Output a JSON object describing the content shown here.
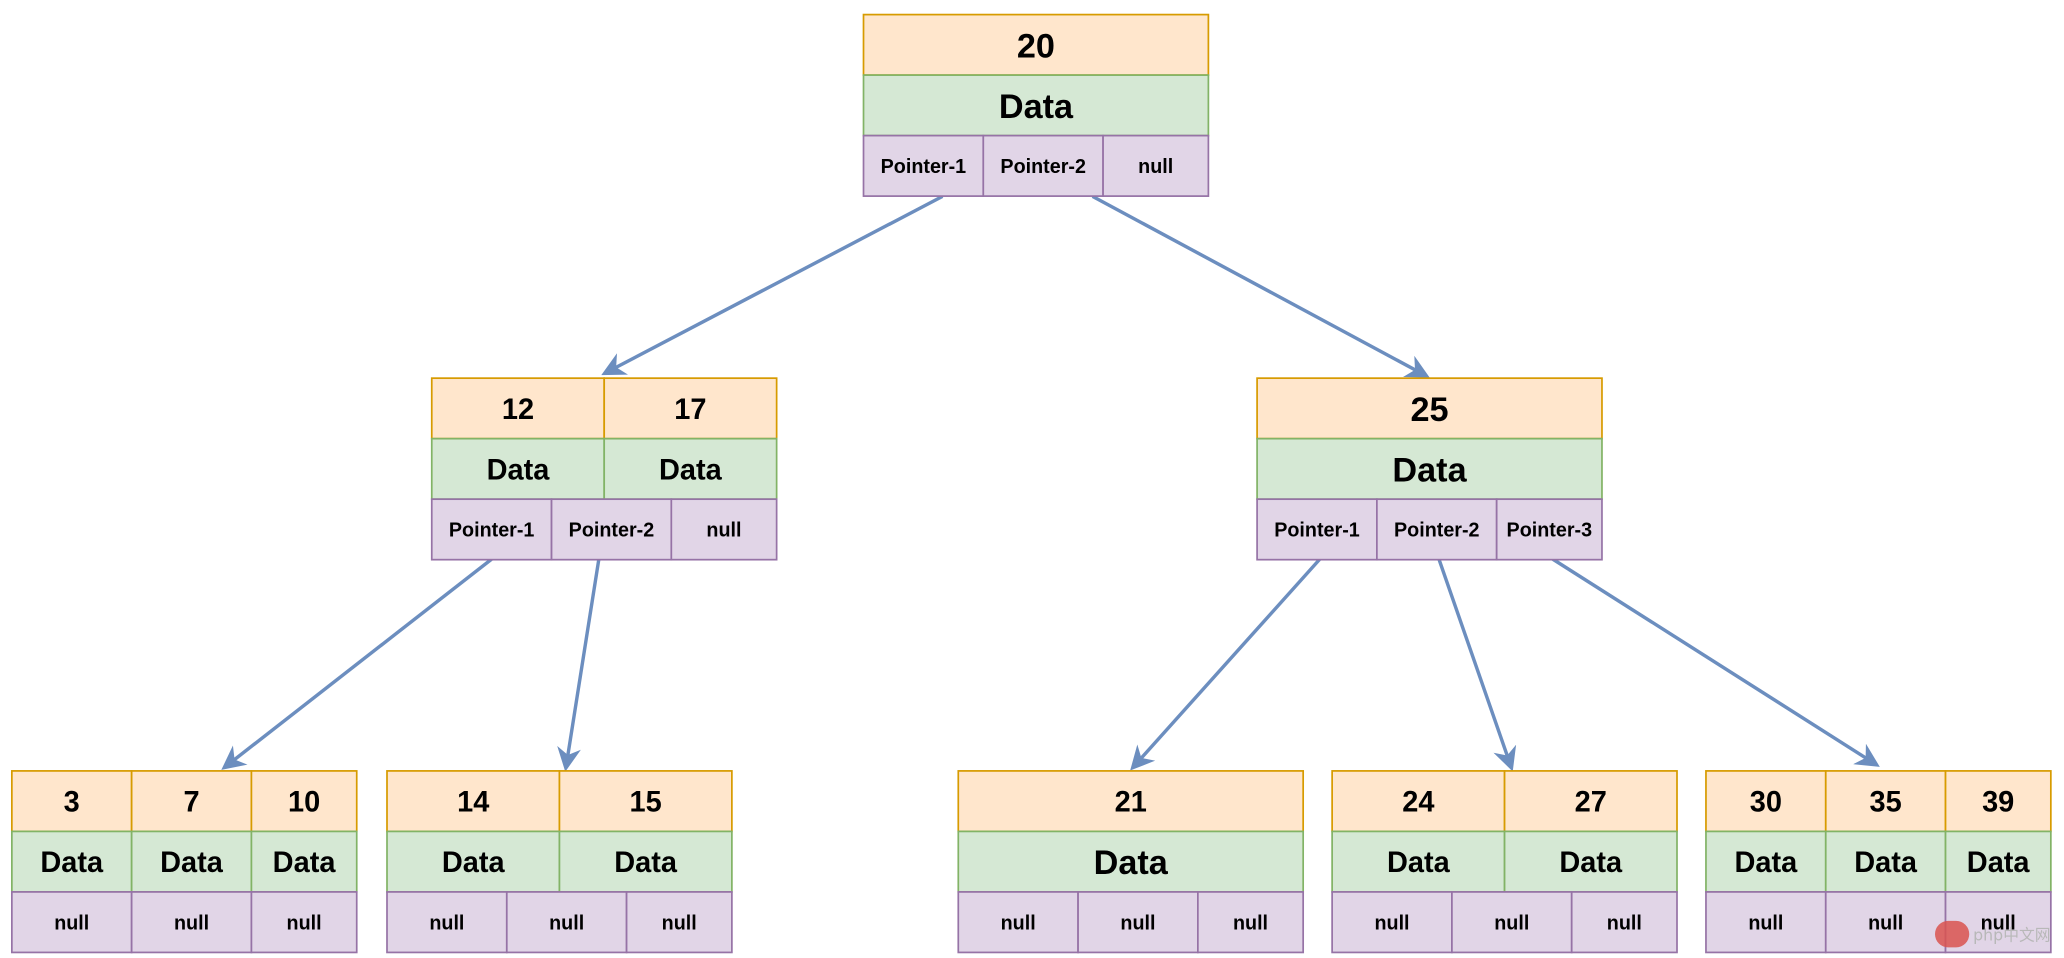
{
  "diagram": {
    "type": "b-tree",
    "colors": {
      "key_fill": "#ffe6cc",
      "key_stroke": "#d79b00",
      "data_fill": "#d5e8d4",
      "data_stroke": "#82b366",
      "pointer_fill": "#e1d5e7",
      "pointer_stroke": "#9673a6",
      "arrow": "#6c8ebf"
    },
    "nodes": [
      {
        "id": "root",
        "keys": [
          "20"
        ],
        "data": [
          "Data"
        ],
        "pointers": [
          "Pointer-1",
          "Pointer-2",
          "null"
        ]
      },
      {
        "id": "left",
        "keys": [
          "12",
          "17"
        ],
        "data": [
          "Data",
          "Data"
        ],
        "pointers": [
          "Pointer-1",
          "Pointer-2",
          "null"
        ]
      },
      {
        "id": "right",
        "keys": [
          "25"
        ],
        "data": [
          "Data"
        ],
        "pointers": [
          "Pointer-1",
          "Pointer-2",
          "Pointer-3"
        ]
      },
      {
        "id": "leaf-1",
        "keys": [
          "3",
          "7",
          "10"
        ],
        "data": [
          "Data",
          "Data",
          "Data"
        ],
        "pointers": [
          "null",
          "null",
          "null"
        ]
      },
      {
        "id": "leaf-2",
        "keys": [
          "14",
          "15"
        ],
        "data": [
          "Data",
          "Data"
        ],
        "pointers": [
          "null",
          "null",
          "null"
        ]
      },
      {
        "id": "leaf-3",
        "keys": [
          "21"
        ],
        "data": [
          "Data"
        ],
        "pointers": [
          "null",
          "null",
          "null"
        ]
      },
      {
        "id": "leaf-4",
        "keys": [
          "24",
          "27"
        ],
        "data": [
          "Data",
          "Data"
        ],
        "pointers": [
          "null",
          "null",
          "null"
        ]
      },
      {
        "id": "leaf-5",
        "keys": [
          "30",
          "35",
          "39"
        ],
        "data": [
          "Data",
          "Data",
          "Data"
        ],
        "pointers": [
          "null",
          "null",
          "null"
        ]
      }
    ],
    "edges": [
      {
        "from": "root",
        "pointer": 0,
        "to": "left"
      },
      {
        "from": "root",
        "pointer": 1,
        "to": "right"
      },
      {
        "from": "left",
        "pointer": 0,
        "to": "leaf-1"
      },
      {
        "from": "left",
        "pointer": 1,
        "to": "leaf-2"
      },
      {
        "from": "right",
        "pointer": 0,
        "to": "leaf-3"
      },
      {
        "from": "right",
        "pointer": 1,
        "to": "leaf-4"
      },
      {
        "from": "right",
        "pointer": 2,
        "to": "leaf-5"
      }
    ]
  },
  "watermark": {
    "text": "php中文网"
  }
}
